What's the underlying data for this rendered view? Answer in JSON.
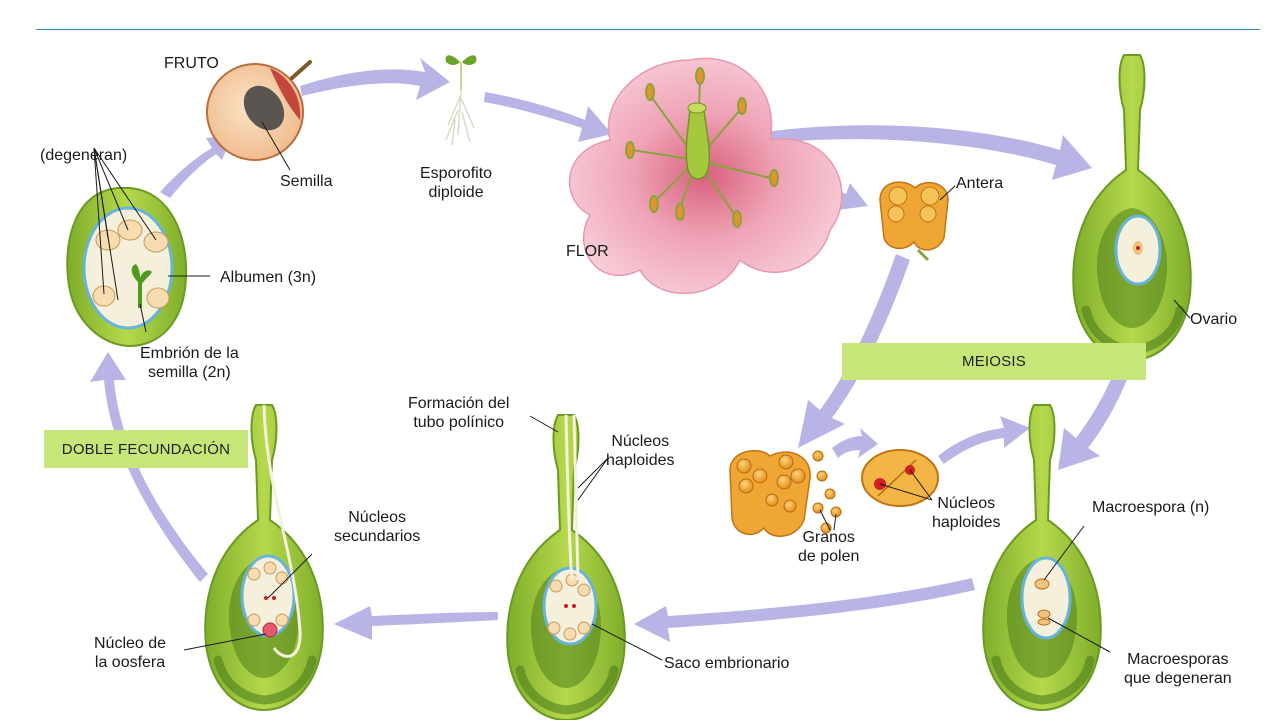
{
  "diagram": {
    "labels": {
      "fruto": "FRUTO",
      "semilla": "Semilla",
      "degeneran": "(degeneran)",
      "albumen": "Albumen (3n)",
      "embrion": "Embrión de la\nsemilla (2n)",
      "esporofito": "Esporofito\ndiploide",
      "flor": "FLOR",
      "antera": "Antera",
      "ovario": "Ovario",
      "formacion_tubo": "Formación del\ntubo polínico",
      "nucleos_haploides_1": "Núcleos\nhaploides",
      "nucleos_haploides_2": "Núcleos\nhaploides",
      "granos_polen": "Granos\nde polen",
      "macroespora": "Macroespora (n)",
      "macroesporas_degeneran": "Macroesporas\nque degeneran",
      "nucleos_secundarios": "Núcleos\nsecundarios",
      "nucleo_oosfera": "Núcleo de\nla oosfera",
      "saco_embrionario": "Saco embrionario"
    },
    "banners": {
      "meiosis": "MEIOSIS",
      "doble_fecundacion": "DOBLE FECUNDACIÓN"
    },
    "colors": {
      "arrow": "#b9b4e6",
      "ovule_green": "#9cc63a",
      "ovule_dark": "#5f8f22",
      "embryo_sac": "#f4f0dc",
      "sac_border": "#67b4d8",
      "banner": "#c6e67a",
      "petal": "#f3b9c6",
      "pollen": "#f0a830",
      "rule": "#2c8fbe"
    }
  }
}
